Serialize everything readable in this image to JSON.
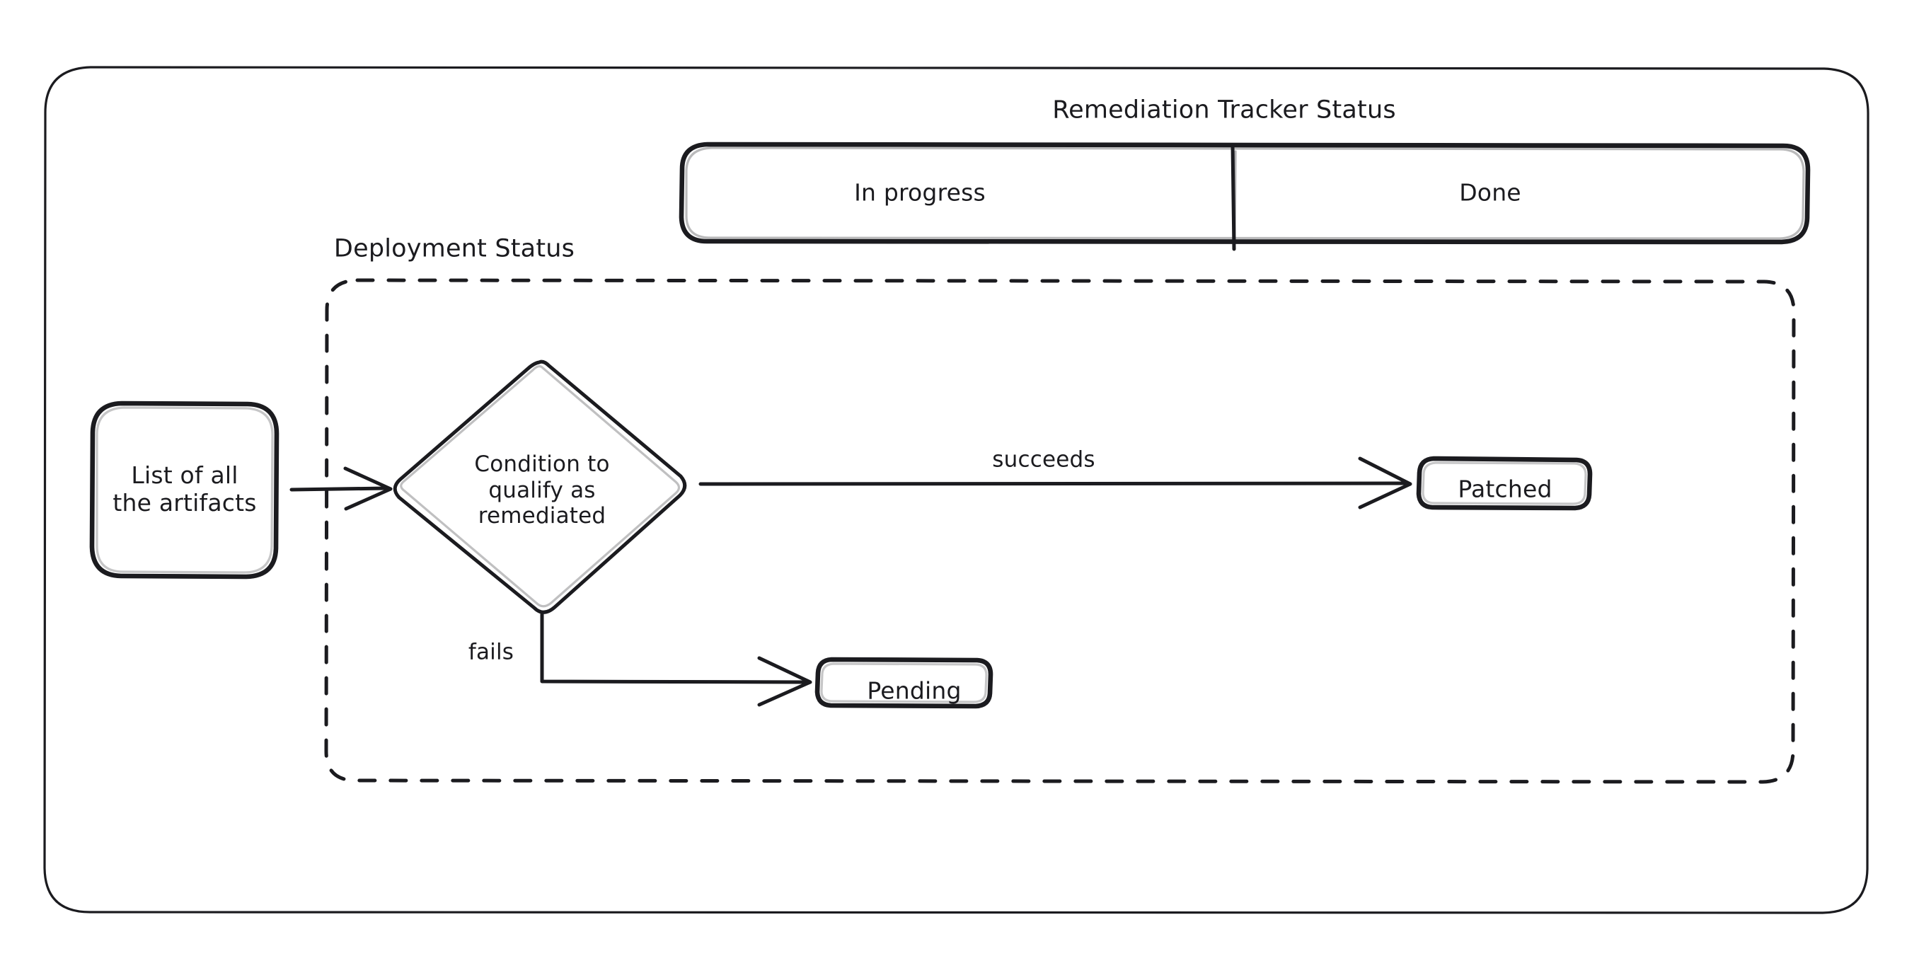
{
  "diagram": {
    "title": "Remediation Tracker Status",
    "background_color": "#ffffff",
    "stroke_color": "#1b1b1f",
    "style": "hand-drawn"
  },
  "tracker": {
    "title": "Remediation Tracker Status",
    "segments": [
      {
        "label": "In progress"
      },
      {
        "label": "Done"
      }
    ]
  },
  "deployment": {
    "group_label": "Deployment Status"
  },
  "nodes": {
    "artifacts": {
      "label": "List of all\nthe artifacts"
    },
    "condition": {
      "label": "Condition to\nqualify as\nremediated"
    },
    "patched": {
      "label": "Patched"
    },
    "pending": {
      "label": "Pending"
    }
  },
  "edges": {
    "succeeds": {
      "label": "succeeds"
    },
    "fails": {
      "label": "fails"
    }
  }
}
